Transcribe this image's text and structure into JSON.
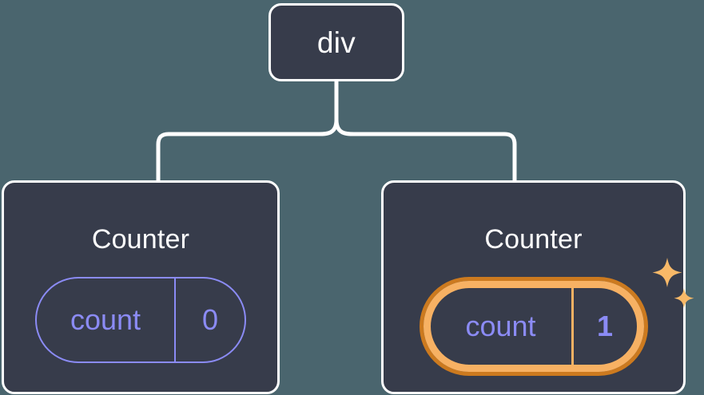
{
  "diagram": {
    "type": "component-tree",
    "background_color": "#4a656e",
    "node_fill_color": "#373c4b",
    "node_border_color": "#ffffff",
    "connector_color": "#ffffff",
    "accent_state_color": "#8b8bf5",
    "highlight_outer_color": "#cc7a1f",
    "highlight_inner_color": "#f7b163",
    "root": {
      "label": "div"
    },
    "children": [
      {
        "title": "Counter",
        "highlighted": false,
        "state": {
          "key": "count",
          "value": "0"
        }
      },
      {
        "title": "Counter",
        "highlighted": true,
        "state": {
          "key": "count",
          "value": "1"
        },
        "sparkle_icons": [
          "sparkle-large",
          "sparkle-small"
        ]
      }
    ]
  }
}
